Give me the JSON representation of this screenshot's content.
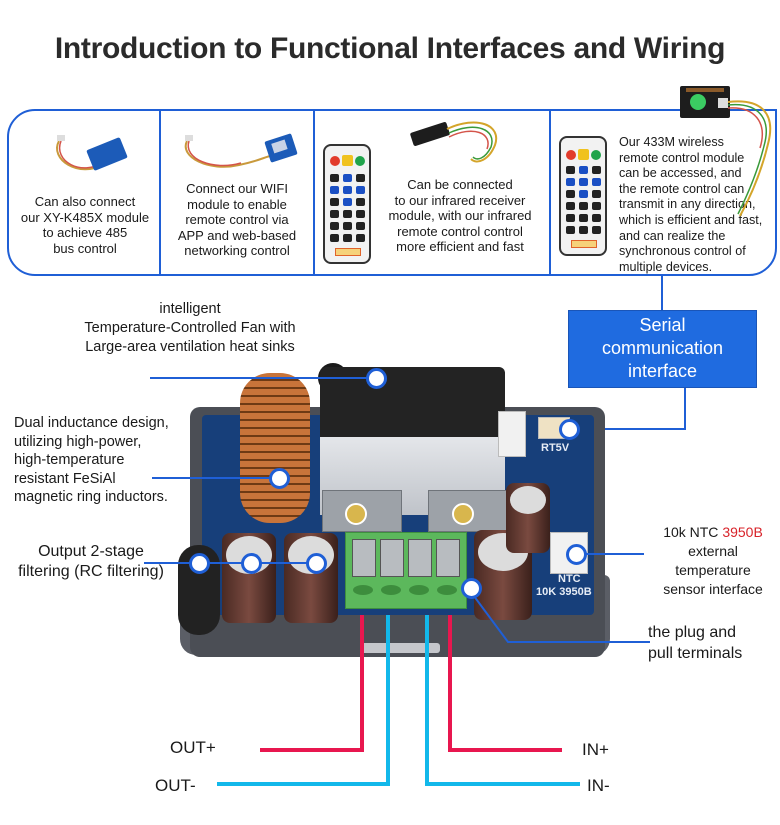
{
  "title": "Introduction to Functional Interfaces and Wiring",
  "features": [
    {
      "id": "rs485",
      "icon": "rs485-module-icon",
      "text_lines": [
        "Can also connect",
        "our XY-K485X module",
        "to achieve 485",
        "bus control"
      ]
    },
    {
      "id": "wifi",
      "icon": "wifi-module-icon",
      "text_lines": [
        "Connect our WIFI",
        "module to enable",
        "remote control via",
        "APP and web-based",
        "networking control"
      ]
    },
    {
      "id": "infrared",
      "icon": "infrared-remote-icon",
      "text_lines": [
        "Can be connected",
        "to our infrared receiver",
        "module, with our infrared",
        "remote control control",
        "more efficient and fast"
      ]
    },
    {
      "id": "wireless433",
      "icon": "wireless-433m-remote-icon",
      "text_lines": [
        "Our 433M wireless",
        "remote control module",
        "can be accessed, and",
        "the remote control can",
        "transmit in any direction,",
        "which is efficient and fast,",
        " and can realize the",
        "synchronous control of",
        "multiple devices."
      ]
    }
  ],
  "serial_box": {
    "lines": [
      "Serial",
      "communication",
      "interface"
    ]
  },
  "callouts": {
    "fan": {
      "lines": [
        "intelligent",
        "Temperature-Controlled Fan with",
        "Large-area ventilation heat sinks"
      ]
    },
    "inductor": {
      "lines": [
        "Dual inductance design,",
        "utilizing high-power,",
        "high-temperature",
        "resistant FeSiAl",
        "magnetic ring inductors."
      ]
    },
    "filter": {
      "lines": [
        "Output 2-stage",
        "filtering (RC filtering)"
      ]
    },
    "ntc": {
      "prefix": "10k NTC ",
      "highlight": "3950B",
      "lines": [
        "external",
        "temperature",
        "sensor interface"
      ]
    },
    "terminals": {
      "lines": [
        "the plug and",
        "pull terminals"
      ]
    }
  },
  "board_silkscreen": {
    "rt5v": "RT5V",
    "ntc": "NTC",
    "ntc_value": "10K 3950B"
  },
  "wiring": {
    "out_plus": "OUT+",
    "out_minus": "OUT-",
    "in_plus": "IN+",
    "in_minus": "IN-"
  },
  "colors": {
    "accent_blue": "#1f5fd6",
    "serial_box": "#1f6be0",
    "wire_positive": "#e8174f",
    "wire_negative": "#12b8ea",
    "ntc_highlight": "#d8232a",
    "terminal_green": "#5cb85c"
  }
}
